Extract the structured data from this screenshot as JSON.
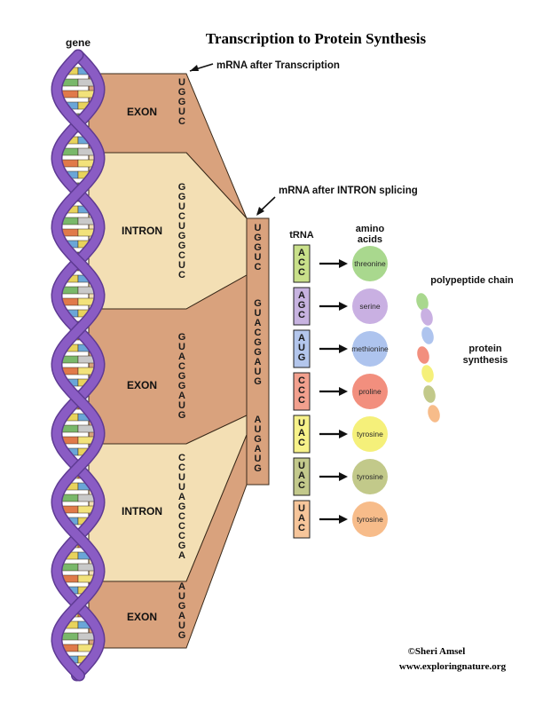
{
  "title": "Transcription to Protein Synthesis",
  "gene_label": "gene",
  "mrna_transcription_label": "mRNA after Transcription",
  "mrna_splicing_label": "mRNA after INTRON splicing",
  "segments": [
    {
      "label": "EXON",
      "sequence": "UGGUC",
      "type": "exon"
    },
    {
      "label": "INTRON",
      "sequence": "GGUCUGGCUC",
      "type": "intron"
    },
    {
      "label": "EXON",
      "sequence": "GUACGGAUG",
      "type": "exon"
    },
    {
      "label": "INTRON",
      "sequence": "CCUUAGCCCGA",
      "type": "intron"
    },
    {
      "label": "EXON",
      "sequence": "AUGAUG",
      "type": "exon"
    }
  ],
  "spliced_mrna": [
    "UGGUC",
    "GUACGGAUG",
    "AUGAUG"
  ],
  "trna_header": "tRNA",
  "amino_header_1": "amino",
  "amino_header_2": "acids",
  "trna": [
    {
      "codon": "ACC",
      "amino": "threonine",
      "box_color": "#c9e08a",
      "amino_color": "#a9d88e"
    },
    {
      "codon": "AGC",
      "amino": "serine",
      "box_color": "#c7b3e0",
      "amino_color": "#c9b0e2"
    },
    {
      "codon": "AUG",
      "amino": "methionine",
      "box_color": "#b3c6ec",
      "amino_color": "#aec4ee"
    },
    {
      "codon": "CCC",
      "amino": "proline",
      "box_color": "#f2a08e",
      "amino_color": "#f28f7e"
    },
    {
      "codon": "UAC",
      "amino": "tyrosine",
      "box_color": "#f7f28a",
      "amino_color": "#f5f07a"
    },
    {
      "codon": "UAC",
      "amino": "tyrosine",
      "box_color": "#c3c98c",
      "amino_color": "#c2c98a"
    },
    {
      "codon": "UAC",
      "amino": "tyrosine",
      "box_color": "#f6c59a",
      "amino_color": "#f7bc8a"
    }
  ],
  "polypeptide_label": "polypeptide chain",
  "protein_label_1": "protein",
  "protein_label_2": "synthesis",
  "credit_1": "©Sheri Amsel",
  "credit_2": "www.exploringnature.org",
  "colors": {
    "exon": "#d9a27d",
    "intron": "#f3dfb4",
    "mrna_strip": "#d9a27d",
    "helix": "#8a5cc4",
    "helix_dark": "#5e3a93",
    "outline": "#3a2a1a"
  }
}
